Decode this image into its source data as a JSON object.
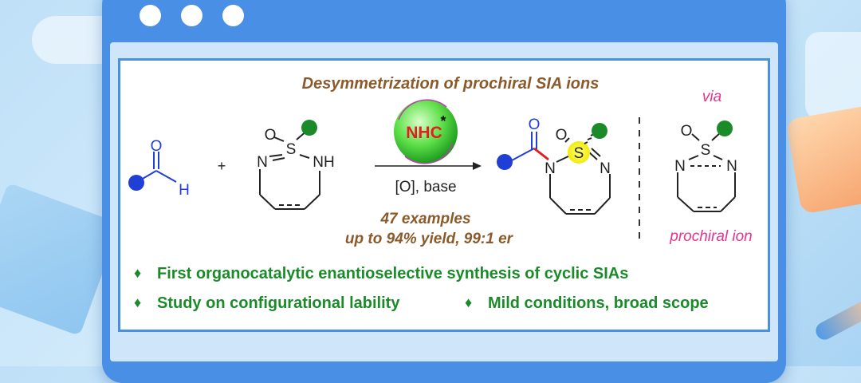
{
  "title": "Desymmetrization of prochiral SIA ions",
  "catalyst": {
    "label": "NHC",
    "star": "*"
  },
  "conditions": "[O], base",
  "scope": {
    "examples": "47 examples",
    "yield": "up to 94% yield, 99:1 er"
  },
  "via": {
    "label": "via",
    "caption": "prochiral ion"
  },
  "atoms": {
    "O": "O",
    "H": "H",
    "S": "S",
    "N": "N",
    "NH": "NH",
    "plus": "+"
  },
  "highlights": {
    "bullet": "♦",
    "line1": "First organocatalytic enantioselective synthesis of cyclic SIAs",
    "line2a": "Study on configurational lability",
    "line2b": "Mild conditions, broad scope"
  },
  "colors": {
    "title": "#8b5a2b",
    "accent_pink": "#e0368f",
    "green": "#1b8b2a",
    "blue": "#1f3fd6",
    "red_bond": "#e02020",
    "sulfur_highlight": "#f3f31a",
    "window_blue": "#4a8fe6"
  }
}
